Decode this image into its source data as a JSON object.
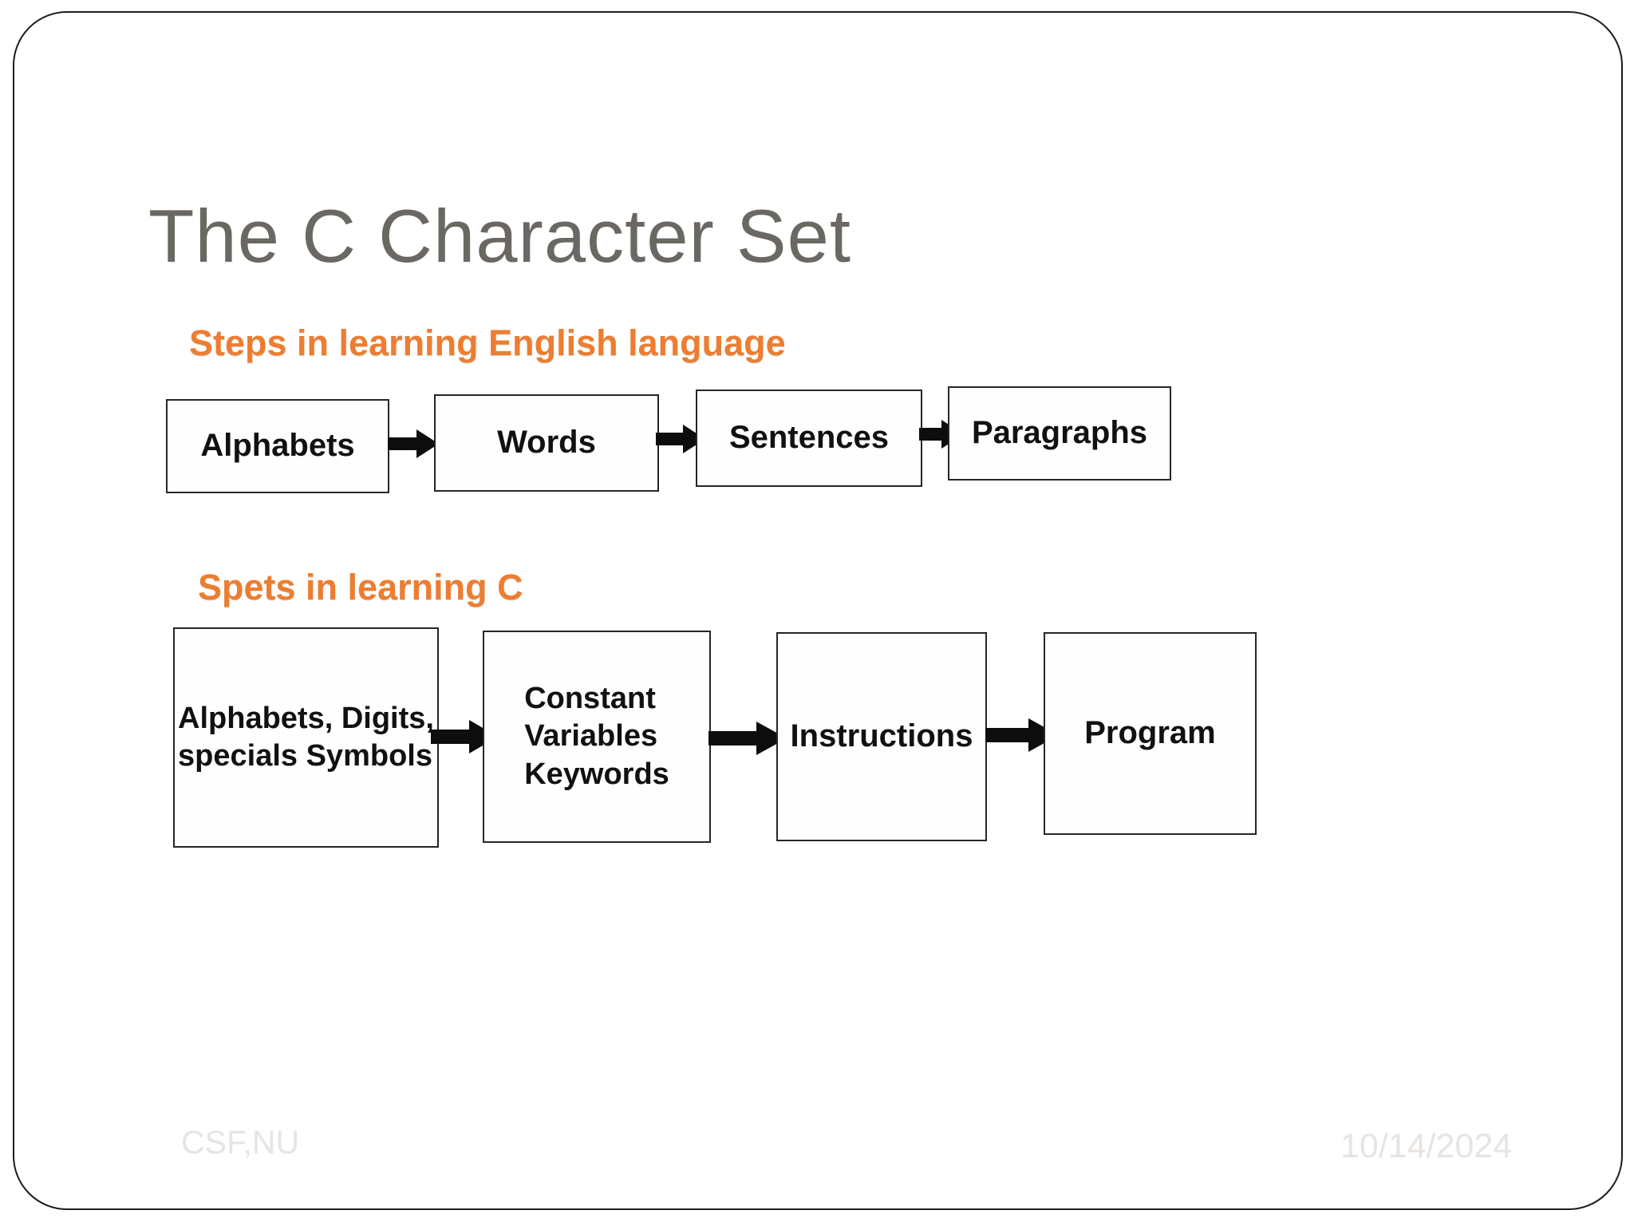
{
  "slide": {
    "title": "The C Character Set",
    "colors": {
      "accent_orange": "#ED7D31",
      "title_gray": "#6B6864",
      "box_border": "#262626",
      "arrow_black": "#0d0d0d",
      "footer_gray": "#E7E4E1"
    },
    "diagrams": [
      {
        "heading": "Steps in learning English language",
        "boxes": [
          "Alphabets",
          "Words",
          "Sentences",
          "Paragraphs"
        ]
      },
      {
        "heading": "Spets in learning C",
        "boxes": [
          "Alphabets, Digits,\nspecials Symbols",
          "Constant\nVariables\nKeywords",
          "Instructions",
          "Program"
        ]
      }
    ],
    "footer_left": "CSF,NU",
    "footer_right": "10/14/2024"
  }
}
